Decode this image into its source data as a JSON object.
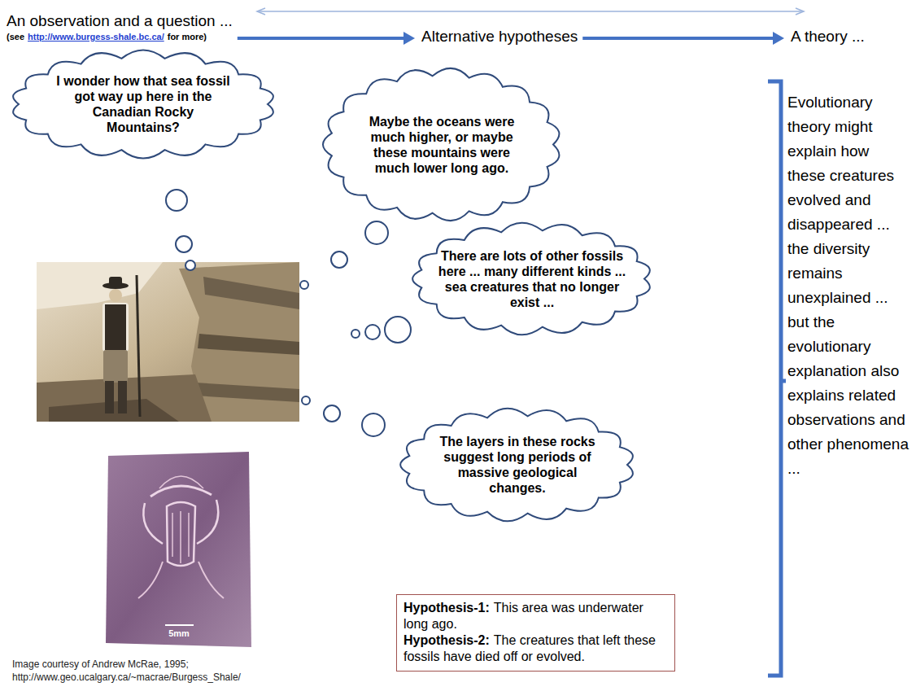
{
  "diagram": {
    "nodes": [
      {
        "text": [
          "An observation and a question ...",
          "(see",
          "http://www.burgess-shale.bc.ca/",
          "for more)"
        ]
      },
      {
        "text": [
          "Alternative hypotheses"
        ]
      },
      {
        "text": [
          "A theory ..."
        ]
      },
      {
        "text": [
          "I wonder how that sea fossil got way up here in the Canadian Rocky Mountains?"
        ]
      },
      {
        "text": [
          "Maybe the oceans were much higher, or maybe these mountains were much lower long ago."
        ]
      },
      {
        "text": [
          "There are lots of other fossils here ... many different kinds ... sea creatures that no longer exist ..."
        ]
      },
      {
        "text": [
          "The layers in these rocks suggest long periods of massive geological changes."
        ]
      },
      {
        "text": [
          "Hypothesis-1:",
          "This area was underwater long ago.",
          "Hypothesis-2:",
          "The creatures that left these fossils have died off or evolved."
        ]
      }
    ],
    "edges": [
      {
        "from": 0,
        "to": 1,
        "arrow": "to"
      },
      {
        "from": 1,
        "to": 2,
        "arrow": "to"
      }
    ],
    "labels": [
      "5mm",
      "Image courtesy of Andrew McRae, 1995; http://www.geo.ucalgary.ca/~macrae/Burgess_Shale/",
      "Evolutionary theory might explain how these creatures evolved and disappeared ... the diversity remains unexplained ... but the evolutionary explanation also explains related observations and other phenomena ..."
    ]
  }
}
